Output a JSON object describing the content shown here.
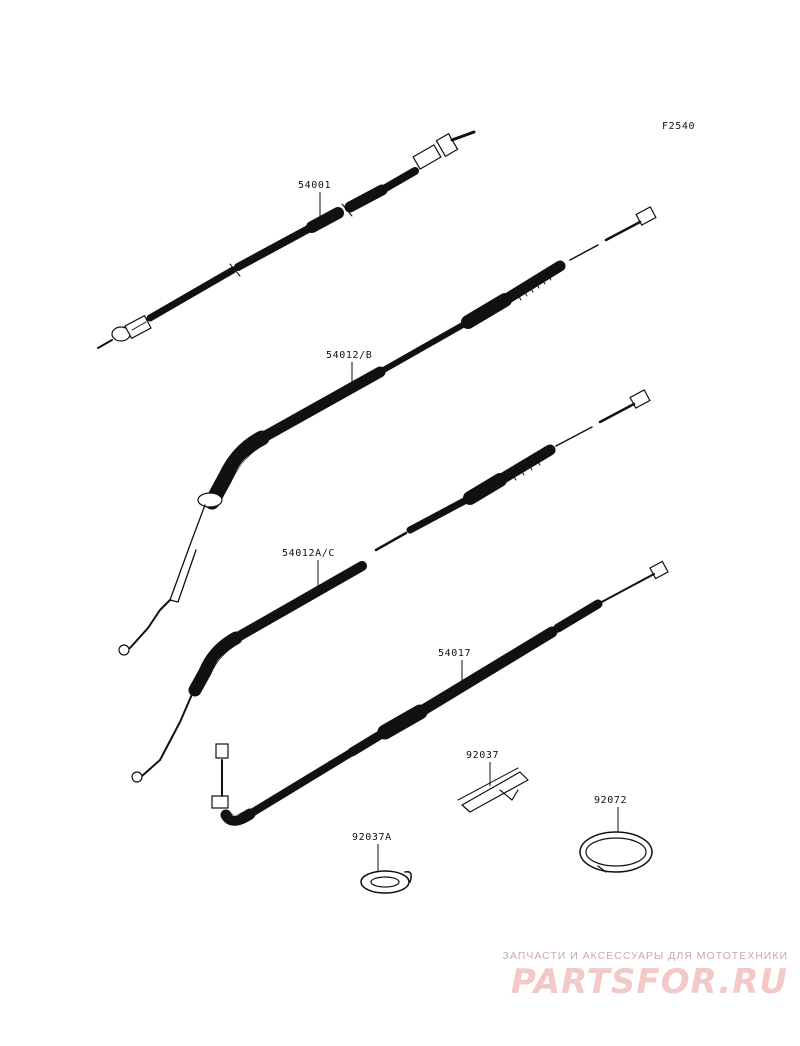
{
  "figure_code": "F2540",
  "parts": [
    {
      "number": "54001"
    },
    {
      "number": "54012/B"
    },
    {
      "number": "54012A/C"
    },
    {
      "number": "54017"
    },
    {
      "number": "92037"
    },
    {
      "number": "92037A"
    },
    {
      "number": "92072"
    }
  ],
  "watermark": {
    "caption": "ЗАПЧАСТИ И АКСЕССУАРЫ ДЛЯ МОТОТЕХНИКИ",
    "logo_text": "PARTSFOR.RU",
    "colors": {
      "caption": "#c9a9a9",
      "logo": "#f2c8c8"
    }
  }
}
